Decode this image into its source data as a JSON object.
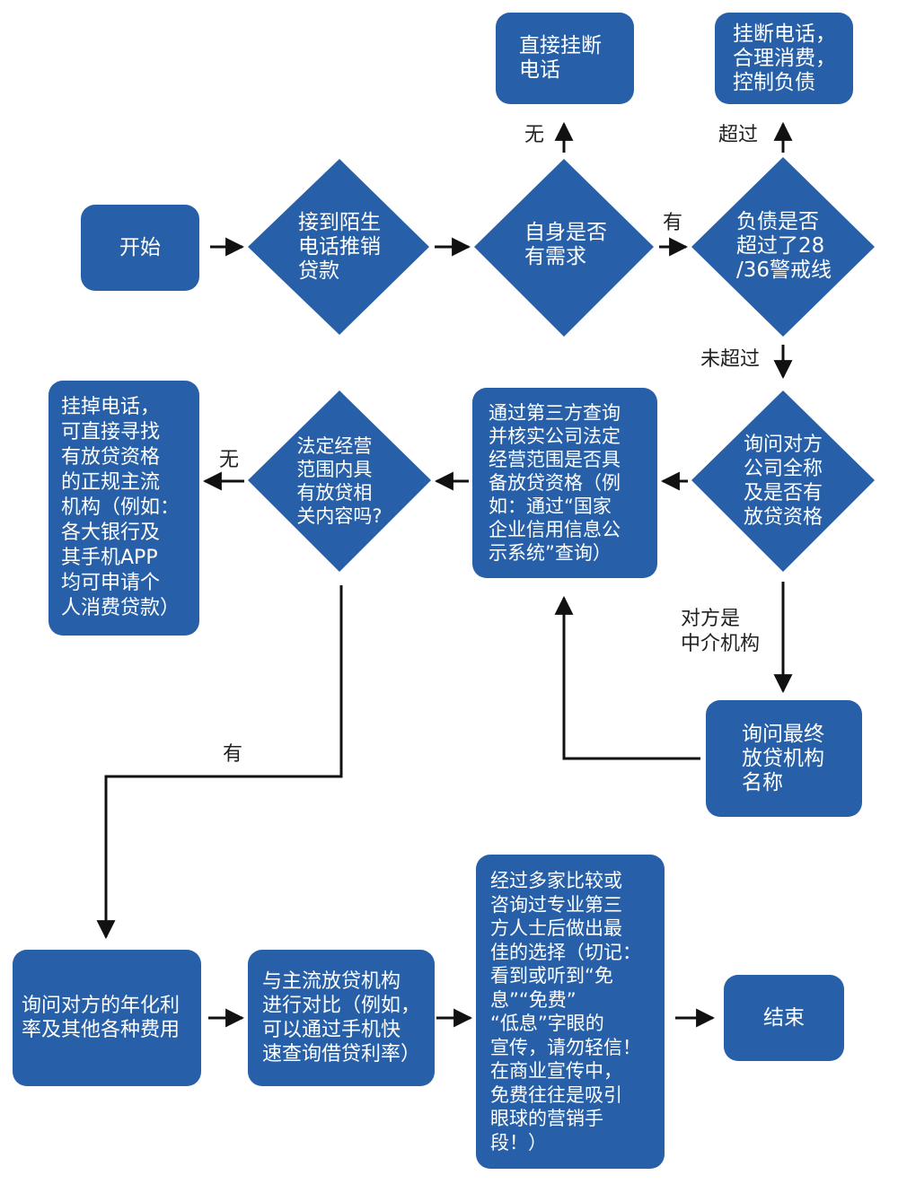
{
  "colors": {
    "node": "#2760a8",
    "arrow": "#111111",
    "text_on_node": "#ffffff"
  },
  "nodes": {
    "start": "开始",
    "receive_call": "接到陌生\n电话推销\n贷款",
    "own_need": "自身是否\n有需求",
    "debt_check": "负债是否\n超过了28\n/36警戒线",
    "hang_up_direct": "直接挂断\n电话",
    "hang_up_control": "挂断电话，\n合理消费，\n控制负债",
    "ask_company": "询问对方\n公司全称\n及是否有\n放贷资格",
    "verify_scope": "通过第三方查询\n并核实公司法定\n经营范围是否具\n备放贷资格（例\n如：通过“国家\n企业信用信息公\n示系统”查询）",
    "legal_scope": "法定经营\n范围内具\n有放贷相\n关内容吗?",
    "hang_up_seek": "挂掉电话，\n可直接寻找\n有放贷资格\n的正规主流\n机构（例如：\n各大银行及\n其手机APP\n均可申请个\n人消费贷款）",
    "ask_final_lender": "询问最终\n放贷机构\n名称",
    "ask_rates": "询问对方的年化利\n率及其他各种费用",
    "compare": "与主流放贷机构\n进行对比（例如，\n可以通过手机快\n速查询借贷利率）",
    "choose": "经过多家比较或\n咨询过专业第三\n方人士后做出最\n佳的选择（切记：\n看到或听到“免\n息”“免费”\n“低息”字眼的\n宣传，请勿轻信！\n在商业宣传中，\n免费往往是吸引\n眼球的营销手\n段！）",
    "end": "结束"
  },
  "edge_labels": {
    "no_need": "无",
    "has_need": "有",
    "exceeds": "超过",
    "not_exceeds": "未超过",
    "scope_no": "无",
    "scope_yes": "有",
    "intermediary": "对方是\n中介机构"
  }
}
